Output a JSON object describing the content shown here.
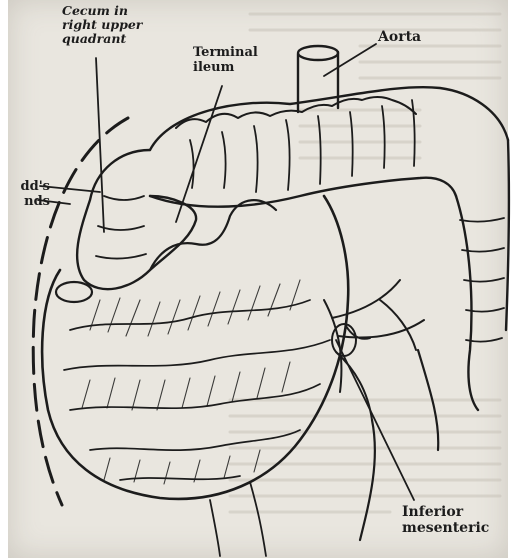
{
  "figure": {
    "labels": {
      "cecum": "Cecum in\nright upper\nquadrant",
      "terminal_ileum": "Terminal\nileum",
      "aorta": "Aorta",
      "ladds_bands": "dd's\nnds",
      "inferior_mesenteric": "Inferior\nmesenteric"
    }
  },
  "colors": {
    "paper": "#e9e6df",
    "ink": "#1c1c1c"
  }
}
